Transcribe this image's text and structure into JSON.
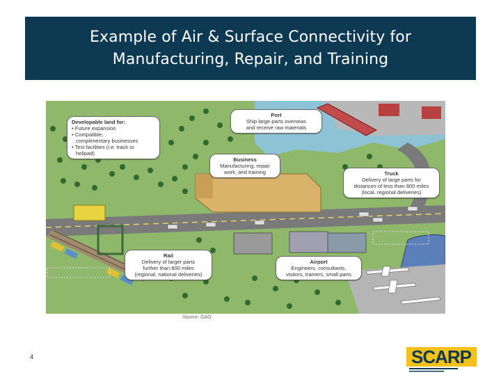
{
  "title": {
    "line1": "Example of Air & Surface Connectivity for",
    "line2": "Manufacturing, Repair, and Training"
  },
  "callouts": {
    "land": {
      "heading": "Developable land for:",
      "lines": [
        "• Future expansion",
        "• Compatible,",
        "  complimentary businesses",
        "• Test facilities (i.e. track or",
        "  helipad)"
      ]
    },
    "port": {
      "heading": "Port",
      "lines": [
        "Ship large parts overseas",
        "and receive raw materials"
      ]
    },
    "business": {
      "heading": "Business",
      "lines": [
        "Manufacturing, repair",
        "work, and training"
      ]
    },
    "truck": {
      "heading": "Truck",
      "lines": [
        "Delivery of large parts for",
        "distances of less than 800 miles",
        "(local, regional deliveries)"
      ]
    },
    "rail": {
      "heading": "Rail",
      "lines": [
        "Delivery of larger parts",
        "further than 800 miles",
        "(regional, national deliveries)"
      ]
    },
    "airport": {
      "heading": "Airport",
      "lines": [
        "Engineers, consultants,",
        "visitors, trainers, small parts"
      ]
    }
  },
  "source": "Source: GAO.",
  "page_number": "4",
  "logo": {
    "text": "SCARP"
  },
  "colors": {
    "title_band": "#0d3a52",
    "grass": "#8fb86a",
    "road": "#7a7a7a",
    "water": "#8ec3d6",
    "building": "#d9b36a"
  }
}
